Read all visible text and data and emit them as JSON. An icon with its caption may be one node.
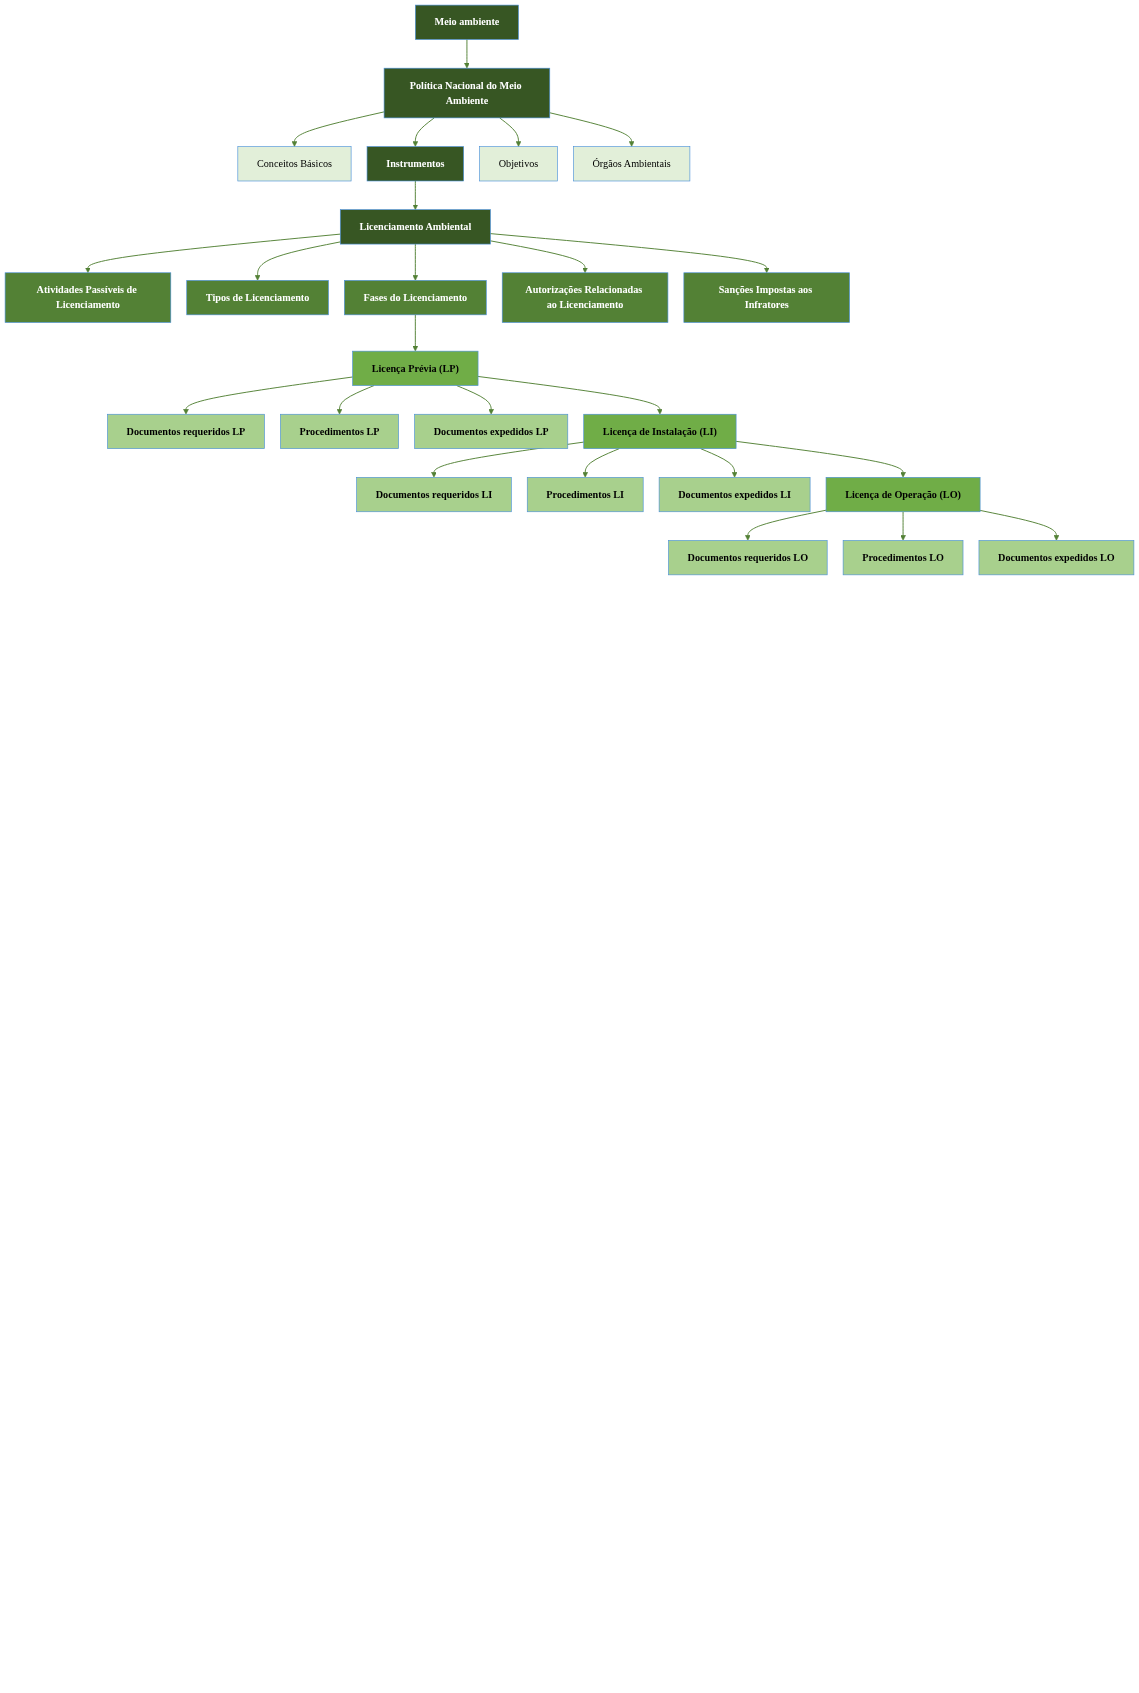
{
  "diagram": {
    "nodes": [
      {
        "text": [
          "Meio ambiente"
        ]
      },
      {
        "text": [
          "Política Nacional do Meio Ambiente"
        ]
      },
      {
        "text": [
          "Conceitos Básicos"
        ]
      },
      {
        "text": [
          "Instrumentos"
        ]
      },
      {
        "text": [
          "Objetivos"
        ]
      },
      {
        "text": [
          "Órgãos Ambientais"
        ]
      },
      {
        "text": [
          "Licenciamento Ambiental"
        ]
      },
      {
        "text": [
          "Atividades Passíveis de Licenciamento"
        ]
      },
      {
        "text": [
          "Tipos de Licenciamento"
        ]
      },
      {
        "text": [
          "Fases do Licenciamento"
        ]
      },
      {
        "text": [
          "Autorizações Relacionadas ao Licenciamento"
        ]
      },
      {
        "text": [
          "Sanções Impostas aos Infratores"
        ]
      },
      {
        "text": [
          "Licença Prévia (LP)"
        ]
      },
      {
        "text": [
          "Documentos requeridos LP"
        ]
      },
      {
        "text": [
          "Procedimentos LP"
        ]
      },
      {
        "text": [
          "Documentos expedidos LP"
        ]
      },
      {
        "text": [
          "Licença de Instalação (LI)"
        ]
      },
      {
        "text": [
          "Documentos requeridos LI"
        ]
      },
      {
        "text": [
          "Procedimentos LI"
        ]
      },
      {
        "text": [
          "Documentos expedidos LI"
        ]
      },
      {
        "text": [
          "Licença de Operação (LO)"
        ]
      },
      {
        "text": [
          "Documentos requeridos LO"
        ]
      },
      {
        "text": [
          "Procedimentos LO"
        ]
      },
      {
        "text": [
          "Documentos expedidos LO"
        ]
      }
    ],
    "edges": [
      {
        "from": 0,
        "to": 1,
        "arrow": "to"
      },
      {
        "from": 1,
        "to": 2,
        "arrow": "to"
      },
      {
        "from": 1,
        "to": 3,
        "arrow": "to"
      },
      {
        "from": 1,
        "to": 4,
        "arrow": "to"
      },
      {
        "from": 1,
        "to": 5,
        "arrow": "to"
      },
      {
        "from": 3,
        "to": 6,
        "arrow": "to"
      },
      {
        "from": 6,
        "to": 7,
        "arrow": "to"
      },
      {
        "from": 6,
        "to": 8,
        "arrow": "to"
      },
      {
        "from": 6,
        "to": 9,
        "arrow": "to"
      },
      {
        "from": 6,
        "to": 10,
        "arrow": "to"
      },
      {
        "from": 6,
        "to": 11,
        "arrow": "to"
      },
      {
        "from": 9,
        "to": 12,
        "arrow": "to"
      },
      {
        "from": 12,
        "to": 13,
        "arrow": "to"
      },
      {
        "from": 12,
        "to": 14,
        "arrow": "to"
      },
      {
        "from": 12,
        "to": 15,
        "arrow": "to"
      },
      {
        "from": 12,
        "to": 16,
        "arrow": "to"
      },
      {
        "from": 16,
        "to": 17,
        "arrow": "to"
      },
      {
        "from": 16,
        "to": 18,
        "arrow": "to"
      },
      {
        "from": 16,
        "to": 19,
        "arrow": "to"
      },
      {
        "from": 16,
        "to": 20,
        "arrow": "to"
      },
      {
        "from": 20,
        "to": 21,
        "arrow": "to"
      },
      {
        "from": 20,
        "to": 22,
        "arrow": "to"
      },
      {
        "from": 20,
        "to": 23,
        "arrow": "to"
      }
    ]
  }
}
